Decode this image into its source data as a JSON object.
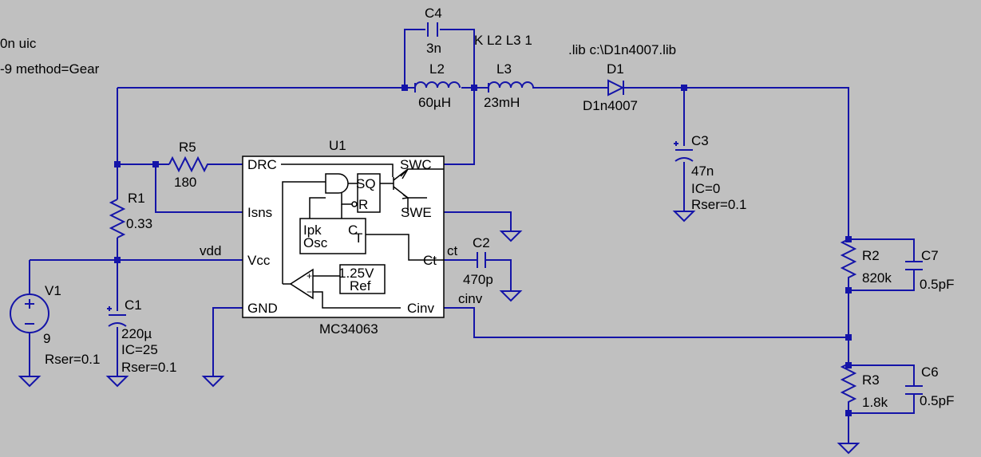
{
  "directives": {
    "tran": "0n uic",
    "options": "-9  method=Gear",
    "coupling": "K L2 L3 1",
    "lib": ".lib c:\\D1n4007.lib"
  },
  "components": {
    "C4": {
      "name": "C4",
      "value": "3n"
    },
    "L2": {
      "name": "L2",
      "value": "60µH"
    },
    "L3": {
      "name": "L3",
      "value": "23mH"
    },
    "D1": {
      "name": "D1",
      "value": "D1n4007"
    },
    "C3": {
      "name": "C3",
      "value": "47n",
      "ic": "IC=0",
      "rser": "Rser=0.1"
    },
    "R5": {
      "name": "R5",
      "value": "180"
    },
    "R1": {
      "name": "R1",
      "value": "0.33"
    },
    "V1": {
      "name": "V1",
      "value": "9",
      "rser": "Rser=0.1"
    },
    "C1": {
      "name": "C1",
      "value": "220µ",
      "ic": "IC=25",
      "rser": "Rser=0.1"
    },
    "C2": {
      "name": "C2",
      "value": "470p"
    },
    "R2": {
      "name": "R2",
      "value": "820k"
    },
    "C7": {
      "name": "C7",
      "value": "0.5pF"
    },
    "R3": {
      "name": "R3",
      "value": "1.8k"
    },
    "C6": {
      "name": "C6",
      "value": "0.5pF"
    }
  },
  "ic": {
    "ref": "U1",
    "part": "MC34063",
    "pins": {
      "drc": "DRC",
      "isns": "Isns",
      "vcc": "Vcc",
      "gnd": "GND",
      "swc": "SWC",
      "swe": "SWE",
      "ct": "Ct",
      "cinv": "Cinv"
    },
    "internal": {
      "sq": "SQ",
      "r": "R",
      "ipk": "Ipk",
      "osc": "Osc",
      "ct_c": "C",
      "ct_t": "T",
      "ref_v": "1.25V",
      "ref": "Ref"
    }
  },
  "nets": {
    "vdd": "vdd",
    "ct": "ct",
    "cinv": "cinv"
  },
  "colors": {
    "background": "#c0c0c0",
    "wire": "#1414a8",
    "ic_body": "#ffffff",
    "text": "#000000"
  }
}
